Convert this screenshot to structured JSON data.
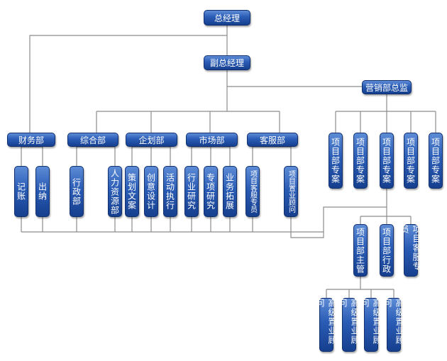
{
  "colors": {
    "box": "#2a5cb5",
    "line": "#8c8c8c"
  },
  "top": {
    "gm": "总经理",
    "deputy": "副总经理",
    "sales_director": "营销部总监"
  },
  "departments": {
    "finance": "财务部",
    "general": "综合部",
    "planning": "企划部",
    "market": "市场部",
    "customer": "客服部"
  },
  "units": {
    "finance": [
      "记账",
      "出纳"
    ],
    "general": [
      "行政部",
      "人力资源部"
    ],
    "planning": [
      "策划文案",
      "创意设计",
      "活动执行"
    ],
    "market": [
      "行业研究",
      "专项研究",
      "业务拓展"
    ],
    "customer": [
      "项目客服专员",
      "项目置业顾问"
    ]
  },
  "project_specialists": [
    "项目部专案",
    "项目部专案",
    "项目部专案",
    "项目部专案",
    "项目部专案"
  ],
  "project_team": [
    "项目部主管",
    "项目部行政",
    "项目客服专员"
  ],
  "senior_consultants": [
    "高级置业顾问",
    "高级置业顾问",
    "高级置业顾问",
    "高级置业顾问"
  ]
}
